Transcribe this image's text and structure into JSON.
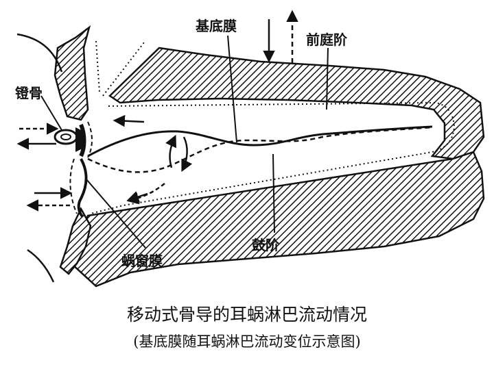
{
  "labels": {
    "basilar_membrane": "基底膜",
    "scala_vestibuli": "前庭阶",
    "stapes": "镫骨",
    "scala_tympani": "鼓阶",
    "round_window": "蜗窗膜"
  },
  "caption": {
    "title": "移动式骨导的耳蜗淋巴流动情况",
    "subtitle": "(基底膜随耳蜗淋巴流动变位示意图)"
  },
  "colors": {
    "ink": "#111111",
    "background": "#ffffff"
  }
}
